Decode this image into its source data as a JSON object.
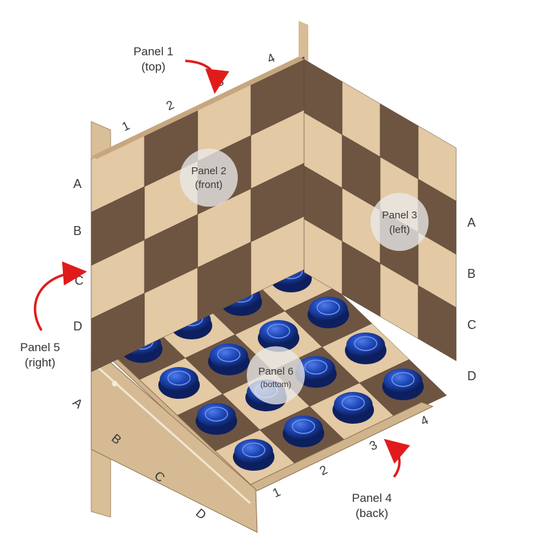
{
  "panels": {
    "top": {
      "label": "Panel 1",
      "sub": "(top)"
    },
    "front": {
      "label": "Panel 2",
      "sub": "(front)"
    },
    "left": {
      "label": "Panel 3",
      "sub": "(left)"
    },
    "back": {
      "label": "Panel 4",
      "sub": "(back)"
    },
    "right": {
      "label": "Panel 5",
      "sub": "(right)"
    },
    "bottom": {
      "label": "Panel 6",
      "sub": "(bottom)"
    }
  },
  "top_edge_numbers": [
    "1",
    "2",
    "3",
    "4"
  ],
  "front_rows": [
    "A",
    "B",
    "C",
    "D"
  ],
  "left_rows": [
    "A",
    "B",
    "C",
    "D"
  ],
  "bottom_left_letters": [
    "A",
    "B",
    "C",
    "D"
  ],
  "bottom_right_numbers": [
    "1",
    "2",
    "3",
    "4"
  ],
  "colors": {
    "light_wood": "#e3c9a4",
    "dark_wood": "#6e5542",
    "piece_blue": "#1a3fa8",
    "arrow_red": "#e11b1b",
    "badge": "#e6e6e6"
  }
}
